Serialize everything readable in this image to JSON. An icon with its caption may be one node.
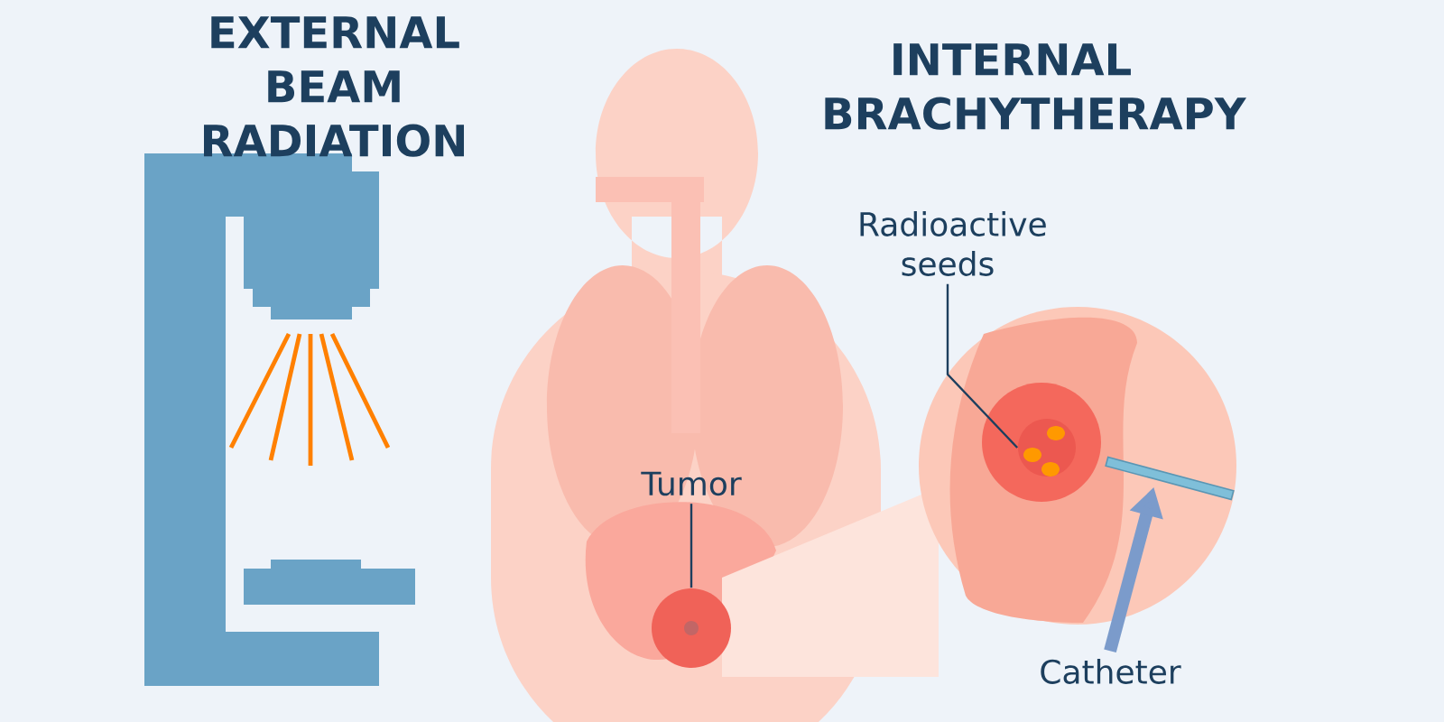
{
  "diagram": {
    "nodes": [
      {
        "text": [
          "Tumor"
        ]
      },
      {
        "text": [],
        "shape": "circle"
      },
      {
        "text": [
          "Radioactive seeds"
        ]
      },
      {
        "text": [],
        "shape": "circle"
      },
      {
        "text": [
          "Catheter"
        ]
      },
      {
        "text": [],
        "shape": "bar"
      }
    ],
    "edges": [
      {
        "from": 0,
        "to": 1,
        "arrow": "none"
      },
      {
        "from": 2,
        "to": 3,
        "arrow": "none"
      },
      {
        "from": 4,
        "to": 5,
        "arrow": "to",
        "style": "thick",
        "color": "#7b9bcb"
      }
    ],
    "labels": [
      "EXTERNAL BEAM RADIATION",
      "INTERNAL BRACHYTHERAPY"
    ]
  }
}
